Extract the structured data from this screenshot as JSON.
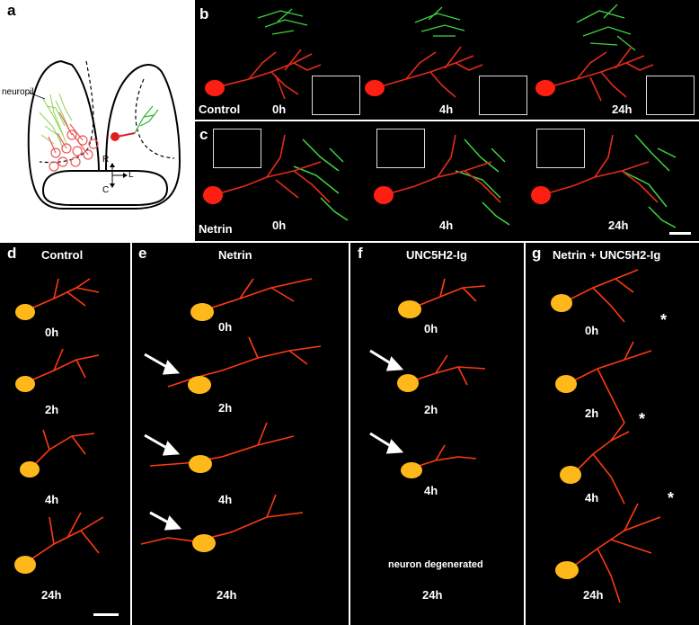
{
  "panel_letters": {
    "a": "a",
    "b": "b",
    "c": "c",
    "d": "d",
    "e": "e",
    "f": "f",
    "g": "g"
  },
  "schematic": {
    "neuropil": "neuropil",
    "axis_r": "R",
    "axis_c": "C",
    "axis_l": "L"
  },
  "panel_b": {
    "condition": "Control",
    "times": [
      "0h",
      "4h",
      "24h"
    ]
  },
  "panel_c": {
    "condition": "Netrin",
    "times": [
      "0h",
      "4h",
      "24h"
    ]
  },
  "panel_d": {
    "title": "Control",
    "times": [
      "0h",
      "2h",
      "4h",
      "24h"
    ]
  },
  "panel_e": {
    "title": "Netrin",
    "times": [
      "0h",
      "2h",
      "4h",
      "24h"
    ]
  },
  "panel_f": {
    "title": "UNC5H2-Ig",
    "times": [
      "0h",
      "2h",
      "4h",
      "24h"
    ],
    "note": "neuron degenerated"
  },
  "panel_g": {
    "title": "Netrin + UNC5H2-Ig",
    "times": [
      "0h",
      "2h",
      "4h",
      "24h"
    ],
    "asterisk": "*"
  },
  "colors": {
    "red": "#e8261a",
    "yellow": "#ffd21a",
    "green": "#2fd42f",
    "background": "#000000"
  }
}
